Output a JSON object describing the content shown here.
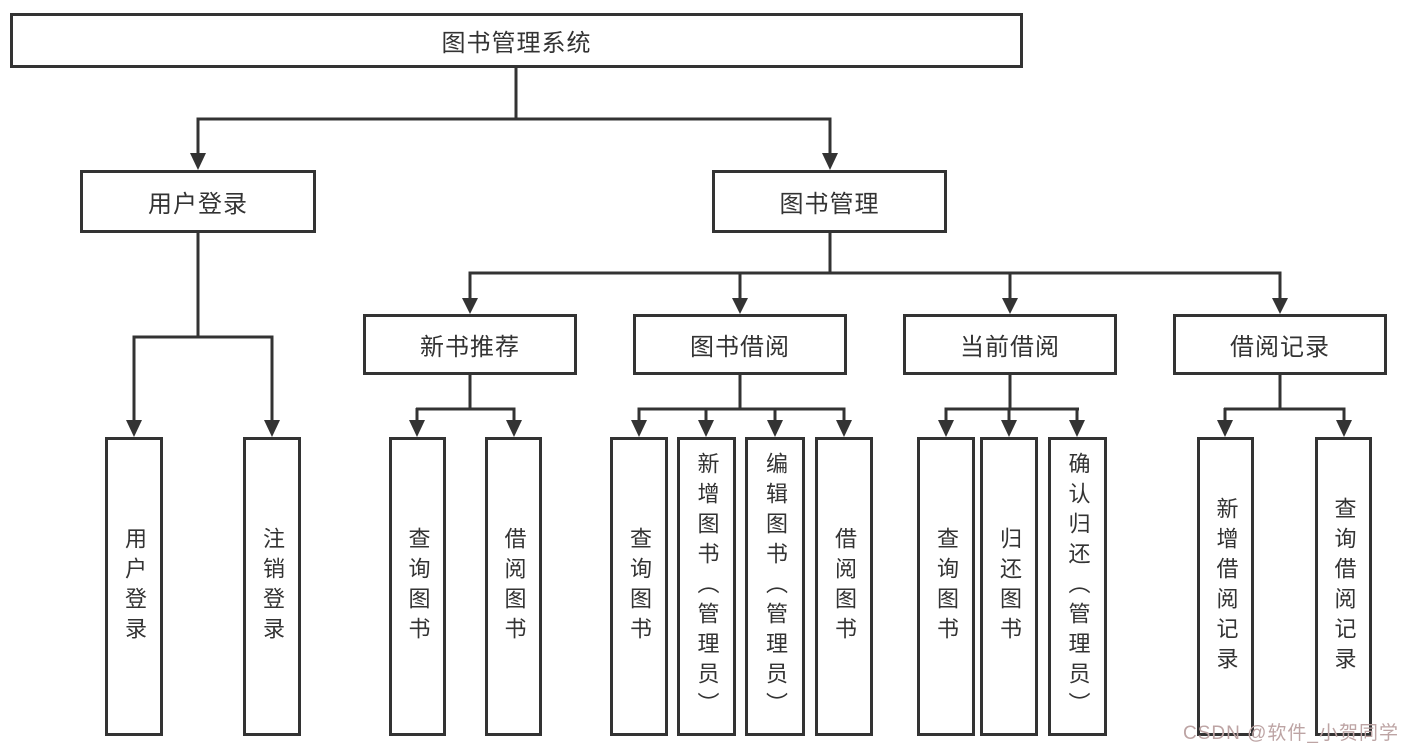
{
  "tree": {
    "label": "图书管理系统",
    "children": [
      {
        "label": "用户登录",
        "children": [
          {
            "label": "用户登录"
          },
          {
            "label": "注销登录"
          }
        ]
      },
      {
        "label": "图书管理",
        "children": [
          {
            "label": "新书推荐",
            "children": [
              {
                "label": "查询图书"
              },
              {
                "label": "借阅图书"
              }
            ]
          },
          {
            "label": "图书借阅",
            "children": [
              {
                "label": "查询图书"
              },
              {
                "label": "新增图书（管理员）"
              },
              {
                "label": "编辑图书（管理员）"
              },
              {
                "label": "借阅图书"
              }
            ]
          },
          {
            "label": "当前借阅",
            "children": [
              {
                "label": "查询图书"
              },
              {
                "label": "归还图书"
              },
              {
                "label": "确认归还（管理员）"
              }
            ]
          },
          {
            "label": "借阅记录",
            "children": [
              {
                "label": "新增借阅记录"
              },
              {
                "label": "查询借阅记录"
              }
            ]
          }
        ]
      }
    ]
  },
  "watermark": {
    "text": "CSDN @软件_小贺同学"
  },
  "colors": {
    "line": "#333333",
    "background": "#ffffff",
    "watermark": "#bda4a4"
  }
}
